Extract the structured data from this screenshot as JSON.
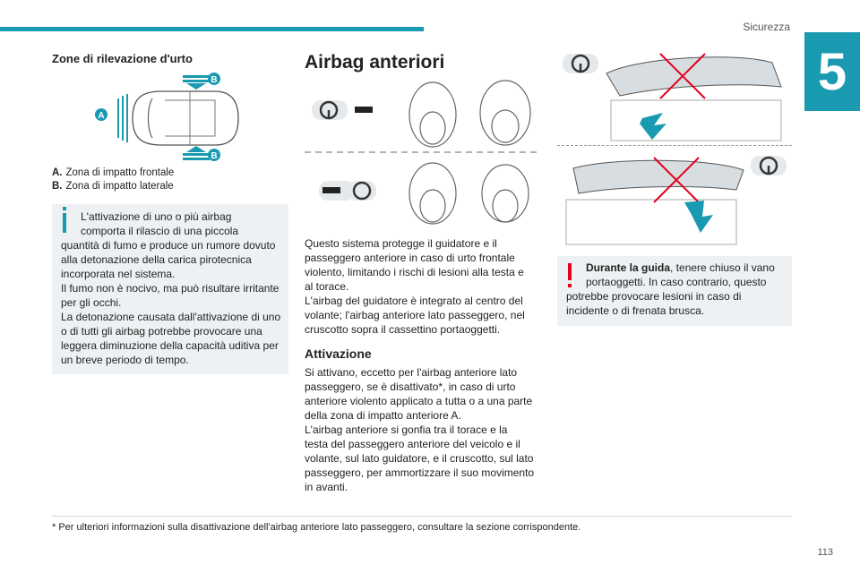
{
  "header": {
    "section": "Sicurezza",
    "chapter": "5",
    "page": "113"
  },
  "left": {
    "title": "Zone di rilevazione d'urto",
    "figure_labels": {
      "a": "A",
      "b_top": "B",
      "b_bottom": "B"
    },
    "legend": [
      {
        "key": "A.",
        "text": "Zona di impatto frontale"
      },
      {
        "key": "B.",
        "text": "Zona di impatto laterale"
      }
    ],
    "info": [
      "L'attivazione di uno o più airbag",
      "comporta il rilascio di una piccola",
      "quantità di fumo e produce un rumore dovuto",
      "alla detonazione della carica pirotecnica",
      "incorporata nel sistema.",
      "Il fumo non è nocivo, ma può risultare irritante",
      "per gli occhi.",
      "La detonazione causata dall'attivazione di uno",
      "o di tutti gli airbag potrebbe provocare una",
      "leggera diminuzione della capacità uditiva per",
      "un breve periodo di tempo."
    ]
  },
  "middle": {
    "title": "Airbag anteriori",
    "body": [
      "Questo sistema protegge il guidatore e il",
      "passeggero anteriore in caso di urto frontale",
      "violento, limitando i rischi di lesioni alla testa e",
      "al torace.",
      "L'airbag del guidatore è integrato al centro del",
      "volante; l'airbag anteriore lato passeggero, nel",
      "cruscotto sopra il cassettino portaoggetti."
    ],
    "sub_title": "Attivazione",
    "activation": [
      "Si attivano, eccetto per l'airbag anteriore lato",
      "passeggero, se è disattivato*, in caso di urto",
      "anteriore violento applicato a tutta o a una parte",
      "della zona di impatto anteriore A.",
      "L'airbag anteriore si gonfia tra il torace e la",
      "testa del passeggero anteriore del veicolo e il",
      "volante, sul lato guidatore, e il cruscotto, sul lato",
      "passeggero, per ammortizzare il suo movimento",
      "in avanti."
    ]
  },
  "right": {
    "warn_bold": "Durante la guida",
    "warn_rest": ", tenere chiuso il vano",
    "warn": [
      "portaoggetti. In caso contrario, questo",
      "potrebbe provocare lesioni in caso di",
      "incidente o di frenata brusca."
    ]
  },
  "footnote": "* Per ulteriori informazioni sulla disattivazione dell'airbag anteriore lato passeggero, consultare la sezione corrispondente.",
  "colors": {
    "accent": "#1a9ab0",
    "warning": "#e2001a",
    "box": "#eef1f3"
  }
}
